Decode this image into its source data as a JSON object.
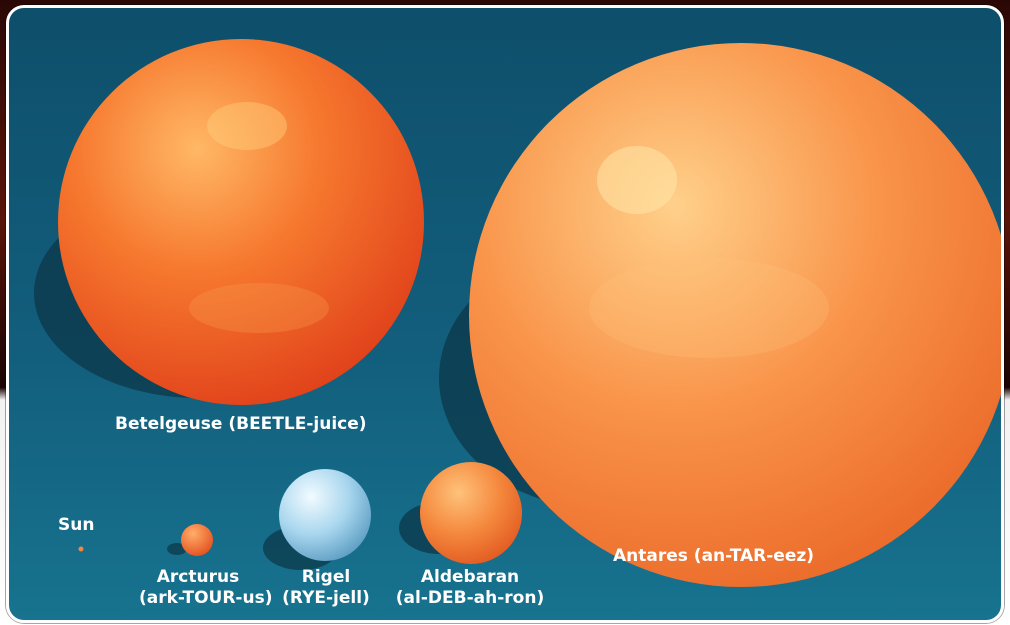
{
  "stars": [
    {
      "key": "betelgeuse",
      "name": "Betelgeuse (BEETLE-juice)",
      "color": "#f05a22"
    },
    {
      "key": "antares",
      "name": "Antares (an-TAR-eez)",
      "color": "#f47a30"
    },
    {
      "key": "sun",
      "name": "Sun",
      "color": "#f08a3a"
    },
    {
      "key": "arcturus",
      "name": "Arcturus",
      "pronunciation": "(ark-TOUR-us)",
      "color": "#f06a2a"
    },
    {
      "key": "rigel",
      "name": "Rigel",
      "pronunciation": "(RYE-jell)",
      "color": "#9fd0ea"
    },
    {
      "key": "aldebaran",
      "name": "Aldebaran",
      "pronunciation": "(al-DEB-ah-ron)",
      "color": "#f27a34"
    }
  ]
}
